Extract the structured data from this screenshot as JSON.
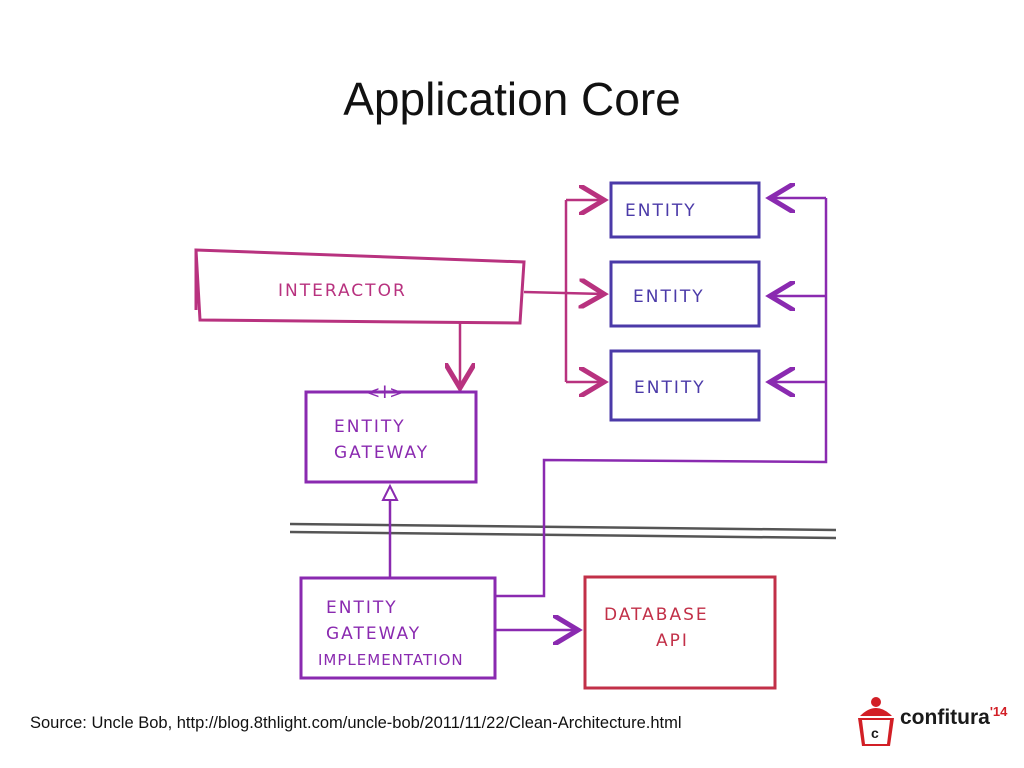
{
  "slide": {
    "title": "Application Core",
    "source": "Source: Uncle Bob, http://blog.8thlight.com/uncle-bob/2011/11/22/Clean-Architecture.html"
  },
  "diagram": {
    "interactor": "INTERACTOR",
    "entity_1": "ENTITY",
    "entity_2": "ENTITY",
    "entity_3": "ENTITY",
    "interface_marker": "<I>",
    "entity_gateway_line1": "ENTITY",
    "entity_gateway_line2": "GATEWAY",
    "impl_line1": "ENTITY",
    "impl_line2": "GATEWAY",
    "impl_line3": "IMPLEMENTATION",
    "database_line1": "DATABASE",
    "database_line2": "API"
  },
  "logo": {
    "name": "confitura",
    "year": "'14",
    "badge_letter": "c"
  },
  "colors": {
    "magenta": "#b8327f",
    "purple": "#8a2ab0",
    "blue_violet": "#4b3aa8",
    "red": "#c23048",
    "boundary_gray": "#555555"
  }
}
